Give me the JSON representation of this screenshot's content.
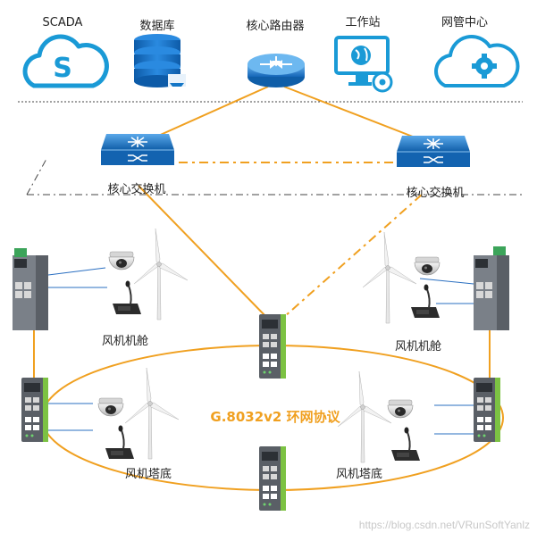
{
  "top_nodes": {
    "scada": "SCADA",
    "database": "数据库",
    "core_router": "核心路由器",
    "workstation": "工作站",
    "nms_center": "网管中心"
  },
  "core_switch_left": "核心交换机",
  "core_switch_right": "核心交换机",
  "nacelle_left": "风机机舱",
  "nacelle_right": "风机机舱",
  "tower_base_left": "风机塔底",
  "tower_base_right": "风机塔底",
  "ring_protocol": "G.8032v2 环网协议",
  "watermark": "https://blog.csdn.net/VRunSoftYanlz",
  "colors": {
    "link_orange": "#f0a020",
    "cloud_blue": "#1a9ad6",
    "db_blue": "#1476c6",
    "switch_blue": "#1a6fc0",
    "device_green": "#7cc243",
    "device_gray": "#5a5f66"
  }
}
